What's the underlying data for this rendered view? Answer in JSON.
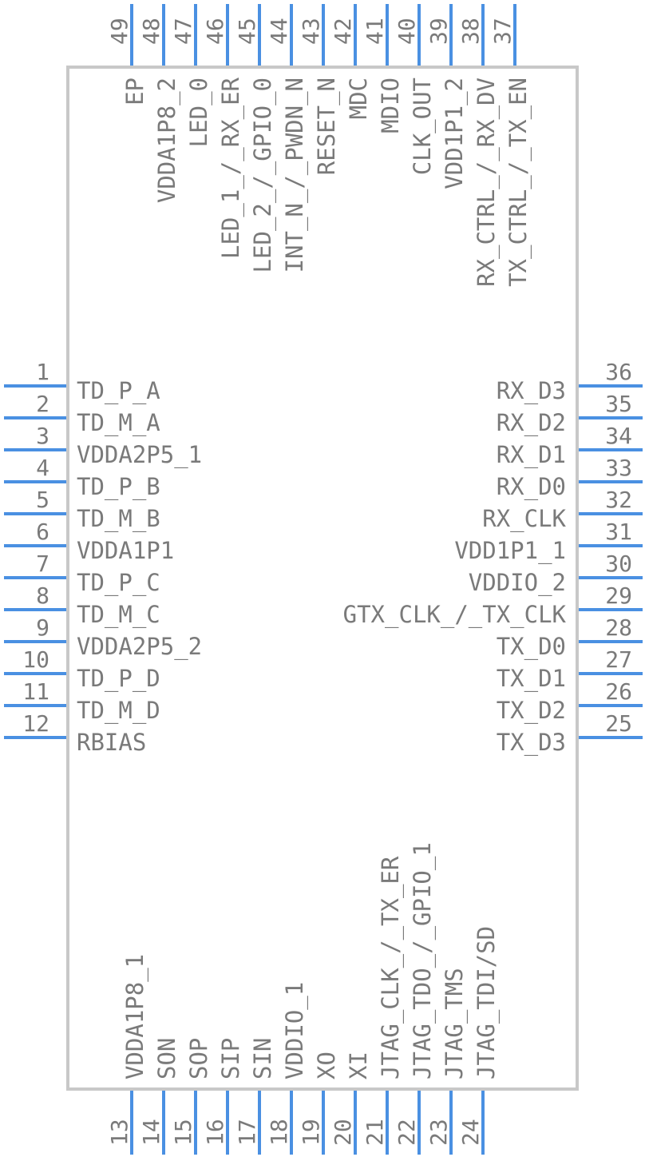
{
  "component": {
    "pins_left": [
      {
        "number": "1",
        "name": "TD_P_A"
      },
      {
        "number": "2",
        "name": "TD_M_A"
      },
      {
        "number": "3",
        "name": "VDDA2P5_1"
      },
      {
        "number": "4",
        "name": "TD_P_B"
      },
      {
        "number": "5",
        "name": "TD_M_B"
      },
      {
        "number": "6",
        "name": "VDDA1P1"
      },
      {
        "number": "7",
        "name": "TD_P_C"
      },
      {
        "number": "8",
        "name": "TD_M_C"
      },
      {
        "number": "9",
        "name": "VDDA2P5_2"
      },
      {
        "number": "10",
        "name": "TD_P_D"
      },
      {
        "number": "11",
        "name": "TD_M_D"
      },
      {
        "number": "12",
        "name": "RBIAS"
      }
    ],
    "pins_right": [
      {
        "number": "36",
        "name": "RX_D3"
      },
      {
        "number": "35",
        "name": "RX_D2"
      },
      {
        "number": "34",
        "name": "RX_D1"
      },
      {
        "number": "33",
        "name": "RX_D0"
      },
      {
        "number": "32",
        "name": "RX_CLK"
      },
      {
        "number": "31",
        "name": "VDD1P1_1"
      },
      {
        "number": "30",
        "name": "VDDIO_2"
      },
      {
        "number": "29",
        "name": "GTX_CLK_/_TX_CLK"
      },
      {
        "number": "28",
        "name": "TX_D0"
      },
      {
        "number": "27",
        "name": "TX_D1"
      },
      {
        "number": "26",
        "name": "TX_D2"
      },
      {
        "number": "25",
        "name": "TX_D3"
      }
    ],
    "pins_top": [
      {
        "number": "49",
        "name": "EP"
      },
      {
        "number": "48",
        "name": "VDDA1P8_2"
      },
      {
        "number": "47",
        "name": "LED_0"
      },
      {
        "number": "46",
        "name": "LED_1_/_RX_ER"
      },
      {
        "number": "45",
        "name": "LED_2_/_GPIO_0"
      },
      {
        "number": "44",
        "name": "INT_N_/_PWDN_N"
      },
      {
        "number": "43",
        "name": "RESET_N"
      },
      {
        "number": "42",
        "name": "MDC"
      },
      {
        "number": "41",
        "name": "MDIO"
      },
      {
        "number": "40",
        "name": "CLK_OUT"
      },
      {
        "number": "39",
        "name": "VDD1P1_2"
      },
      {
        "number": "38",
        "name": "RX_CTRL_/_RX_DV"
      },
      {
        "number": "37",
        "name": "TX_CTRL_/_TX_EN"
      }
    ],
    "pins_bottom": [
      {
        "number": "13",
        "name": "VDDA1P8_1"
      },
      {
        "number": "14",
        "name": "SON"
      },
      {
        "number": "15",
        "name": "SOP"
      },
      {
        "number": "16",
        "name": "SIP"
      },
      {
        "number": "17",
        "name": "SIN"
      },
      {
        "number": "18",
        "name": "VDDIO_1"
      },
      {
        "number": "19",
        "name": "XO"
      },
      {
        "number": "20",
        "name": "XI"
      },
      {
        "number": "21",
        "name": "JTAG_CLK_/_TX_ER"
      },
      {
        "number": "22",
        "name": "JTAG_TDO_/_GPIO_1"
      },
      {
        "number": "23",
        "name": "JTAG_TMS"
      },
      {
        "number": "24",
        "name": "JTAG_TDI/SD"
      }
    ]
  },
  "colors": {
    "pin": "#4a90e2",
    "body_outline": "#c8c8c8",
    "text": "#7a7a7a"
  }
}
